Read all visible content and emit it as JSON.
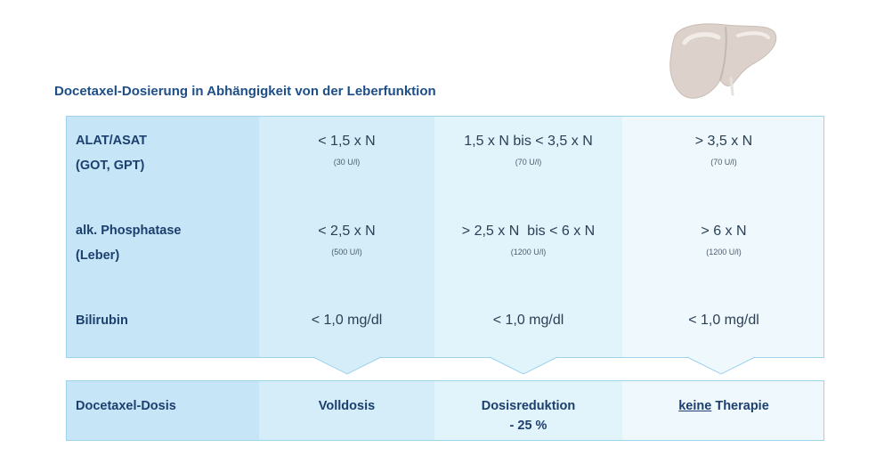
{
  "title": "Docetaxel-Dosierung in Abhängigkeit von der Leberfunktion",
  "rows": [
    {
      "label_line1": "ALAT/ASAT",
      "label_line2": "(GOT, GPT)",
      "cells": [
        {
          "value": "< 1,5 x N",
          "sub": "(30 U/l)"
        },
        {
          "value": "1,5 x N bis < 3,5 x N",
          "sub": "(70 U/l)"
        },
        {
          "value": "> 3,5 x N",
          "sub": "(70 U/l)"
        }
      ]
    },
    {
      "label_line1": "alk. Phosphatase",
      "label_line2": "(Leber)",
      "cells": [
        {
          "value": "< 2,5 x N",
          "sub": "(500 U/l)"
        },
        {
          "value": "> 2,5 x N  bis < 6 x N",
          "sub": "(1200 U/l)"
        },
        {
          "value": "> 6 x N",
          "sub": "(1200 U/l)"
        }
      ]
    },
    {
      "label_line1": "Bilirubin",
      "cells": [
        {
          "value": "< 1,0 mg/dl"
        },
        {
          "value": "< 1,0 mg/dl"
        },
        {
          "value": "< 1,0 mg/dl"
        }
      ]
    }
  ],
  "dose": {
    "label": "Docetaxel-Dosis",
    "col1": "Volldosis",
    "col2_line1": "Dosisreduktion",
    "col2_line2": "- 25 %",
    "col3_underlined": "keine",
    "col3_rest": " Therapie"
  },
  "colors": {
    "title": "#1d4e86",
    "col0": "#c6e6f7",
    "col1": "#d4edf9",
    "col2": "#e1f3fb",
    "col3": "#eef8fd",
    "border": "#9fd3ec"
  },
  "icons": [
    "liver-illustration"
  ]
}
